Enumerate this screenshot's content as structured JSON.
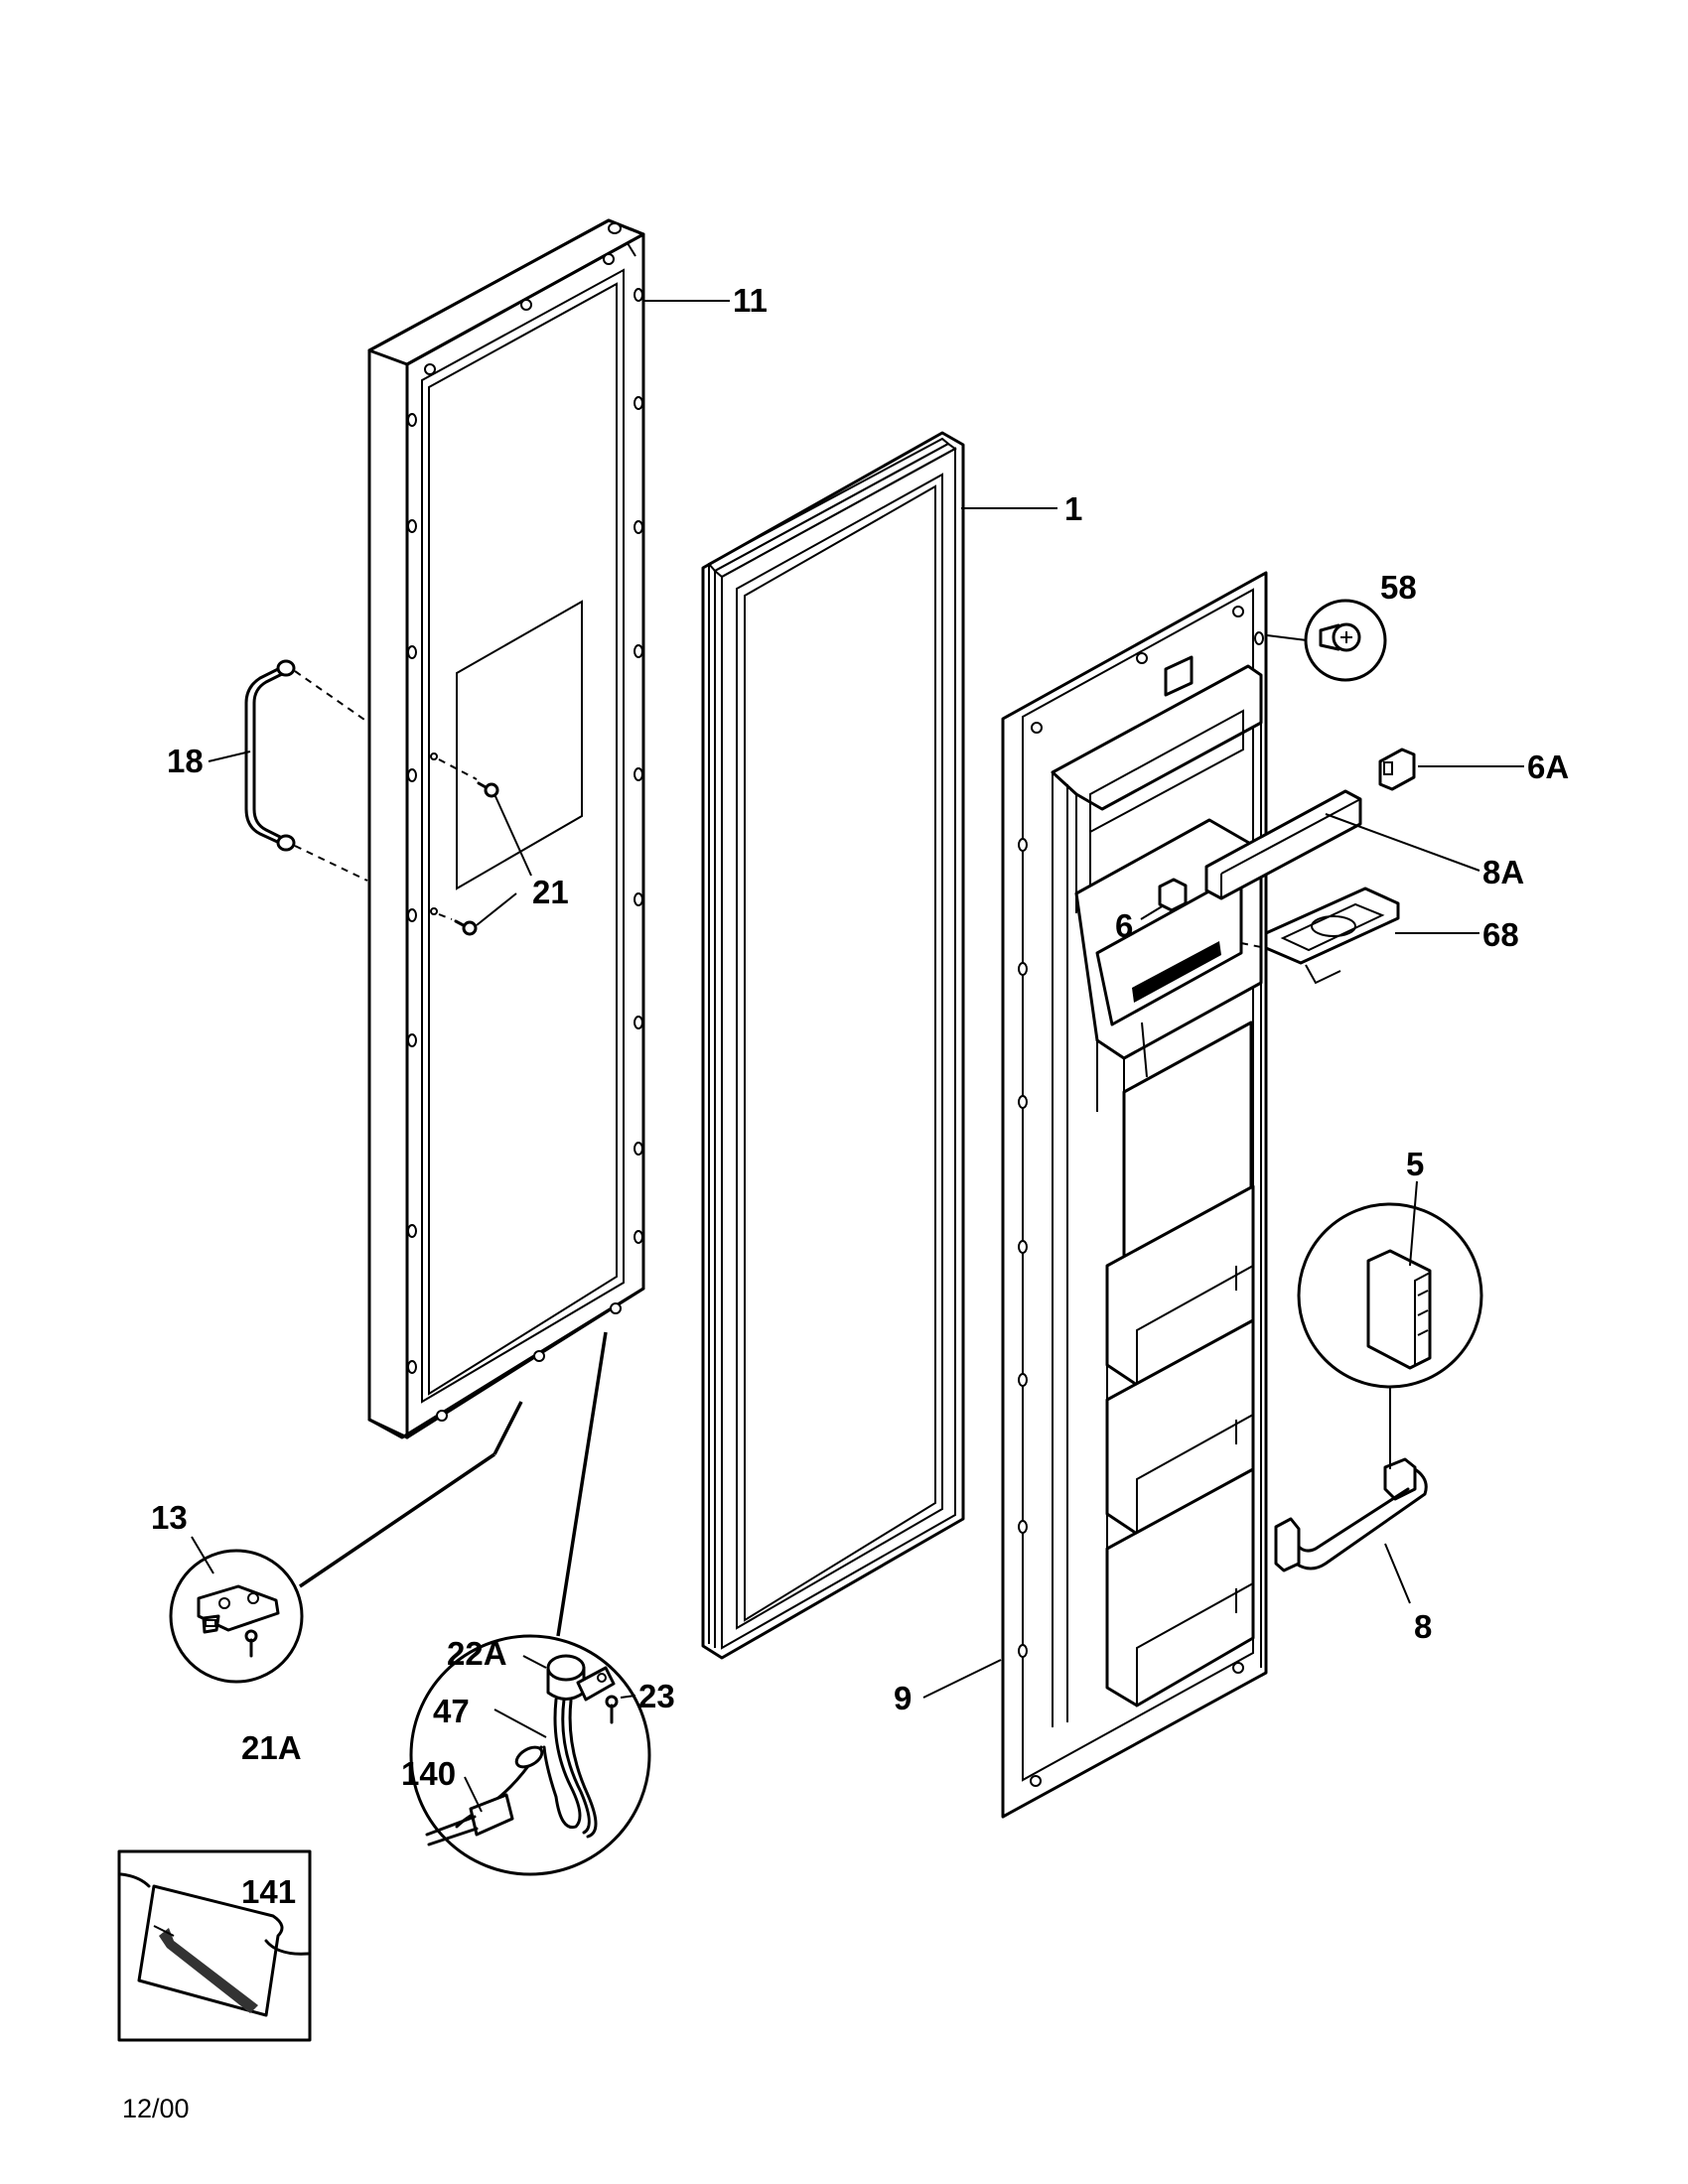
{
  "callouts": {
    "c11": "11",
    "c1": "1",
    "c58": "58",
    "c6A": "6A",
    "c18": "18",
    "c21": "21",
    "c8A": "8A",
    "c6": "6",
    "c68": "68",
    "c5": "5",
    "c13": "13",
    "c8": "8",
    "c22A": "22A",
    "c23": "23",
    "c9": "9",
    "c47": "47",
    "c21A": "21A",
    "c140": "140",
    "c141": "141"
  },
  "footer": {
    "date": "12/00"
  }
}
